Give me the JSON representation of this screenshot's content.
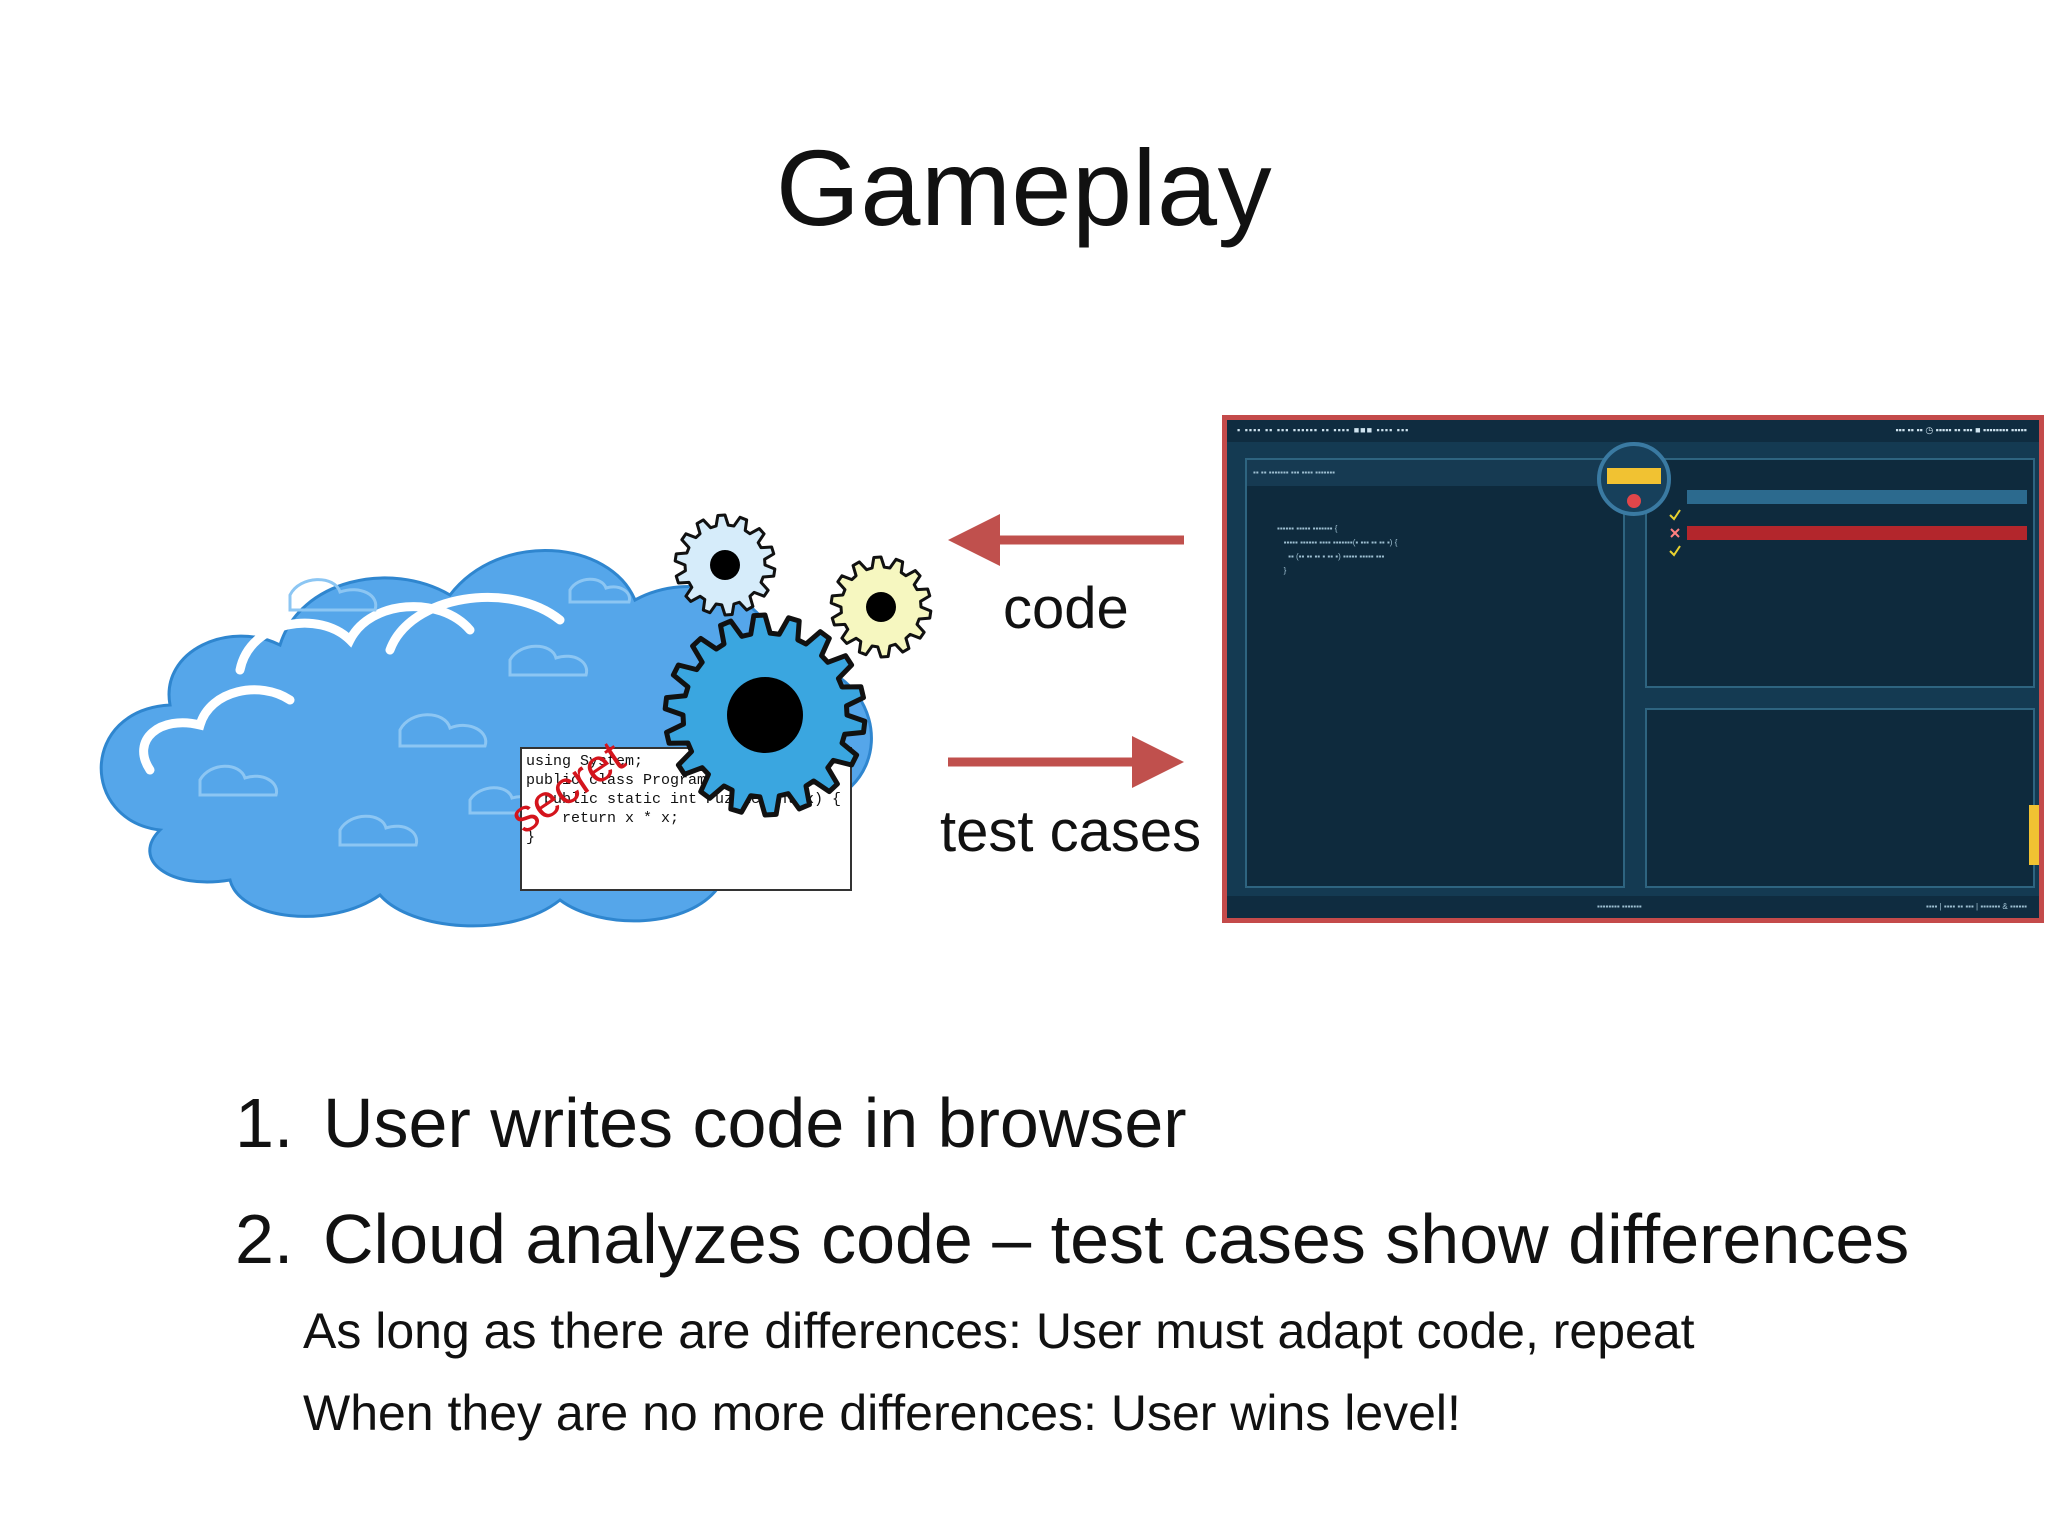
{
  "slide": {
    "title": "Gameplay"
  },
  "diagram": {
    "code_snippet": [
      "using System;",
      "",
      "public class Program {",
      "  public static int Puzzle(int x) {",
      "    return x * x;",
      "}"
    ],
    "stamp": "secret",
    "arrow_to_cloud_label": "code",
    "arrow_to_browser_label": "test cases",
    "arrow_color": "#c0504d",
    "cloud_color": "#55a6ea",
    "gear_colors": [
      "#d6ecfa",
      "#f6f7c0",
      "#3aa6e0"
    ]
  },
  "steps": [
    {
      "num": "1.",
      "text": "User writes code in browser"
    },
    {
      "num": "2.",
      "text": "Cloud analyzes code – test cases show differences"
    }
  ],
  "notes": [
    "As long as there are differences: User must adapt code, repeat",
    "When they are no more differences: User wins level!"
  ]
}
